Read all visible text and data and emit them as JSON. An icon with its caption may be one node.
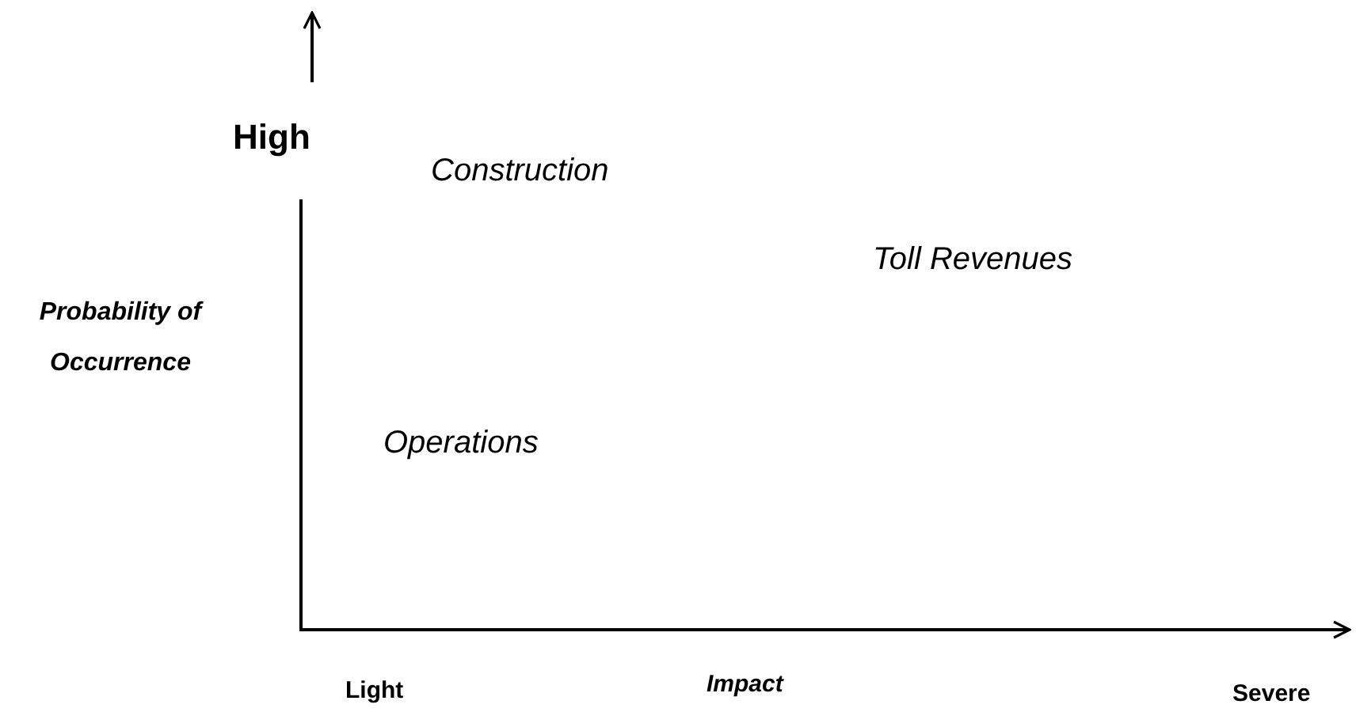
{
  "diagram": {
    "labels": [
      "High",
      "Construction",
      "Toll Revenues",
      "Probability of Occurrence",
      "Operations",
      "Light",
      "Impact",
      "Severe"
    ]
  }
}
